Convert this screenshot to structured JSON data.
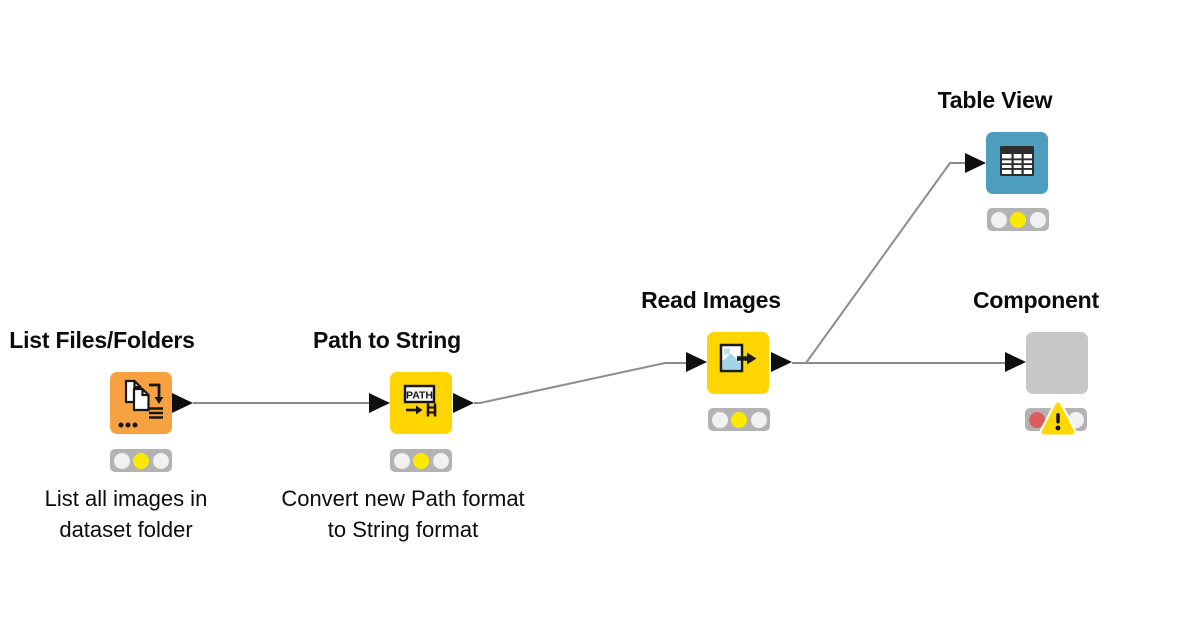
{
  "workflow": {
    "background": "#ffffff",
    "connection_color": "#8c8c8c",
    "port_color": "#0f0f0f"
  },
  "nodes": [
    {
      "title": "List Files/Folders",
      "description": [
        "List all images in",
        "dataset folder"
      ],
      "color": "#f7a240",
      "icon": "list-files-folders-icon",
      "status": "configured",
      "lights": [
        "off",
        "yellow",
        "off"
      ]
    },
    {
      "title": "Path to String",
      "description": [
        "Convert new Path format",
        "to String format"
      ],
      "color": "#ffd500",
      "icon": "path-to-string-icon",
      "icon_text": "PATH",
      "status": "configured",
      "lights": [
        "off",
        "yellow",
        "off"
      ]
    },
    {
      "title": "Read Images",
      "description": [],
      "color": "#ffd500",
      "icon": "image-reader-icon",
      "status": "configured",
      "lights": [
        "off",
        "yellow",
        "off"
      ]
    },
    {
      "title": "Table View",
      "description": [],
      "color": "#4d9dbe",
      "icon": "table-view-icon",
      "status": "configured",
      "lights": [
        "off",
        "yellow",
        "off"
      ]
    },
    {
      "title": "Component",
      "description": [],
      "color": "#c7c7c7",
      "icon": "component-placeholder",
      "status": "warning",
      "lights": [
        "red",
        "off",
        "off"
      ],
      "warning_icon": "warning-triangle-icon"
    }
  ],
  "connections": [
    {
      "from": "List Files/Folders",
      "to": "Path to String"
    },
    {
      "from": "Path to String",
      "to": "Read Images"
    },
    {
      "from": "Read Images",
      "to": "Table View"
    },
    {
      "from": "Read Images",
      "to": "Component"
    }
  ],
  "status_palette": {
    "housing": "#b3b3b3",
    "off": "#f1f1f1",
    "yellow": "#fbea00",
    "red": "#dd5b5b",
    "warning_triangle": "#ffd800"
  }
}
